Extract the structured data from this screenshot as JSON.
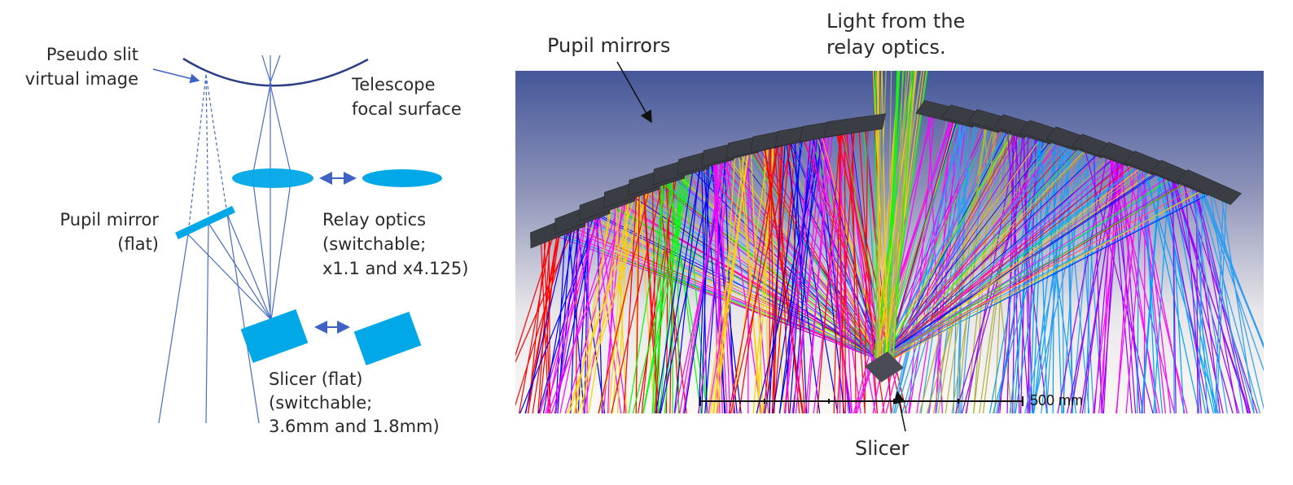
{
  "left_diagram": {
    "pseudo_slit": [
      "Pseudo slit",
      "virtual image"
    ],
    "telescope": [
      "Telescope",
      "focal surface"
    ],
    "pupil_mirror": [
      "Pupil mirror",
      "(flat)"
    ],
    "relay_optics": [
      "Relay optics",
      "(switchable;",
      "x1.1 and x4.125)"
    ],
    "slicer": [
      "Slicer (flat)",
      "(switchable;",
      "3.6mm and 1.8mm)"
    ],
    "colors": {
      "ray": "#4a6bc8",
      "element": "#00a8e8",
      "curve": "#2d3f86"
    }
  },
  "right_render": {
    "pupil_mirrors": "Pupil mirrors",
    "light_from": [
      "Light from the",
      "relay optics."
    ],
    "slicer": "Slicer",
    "scale_bar": "500 mm",
    "ray_colors": [
      "#ff0000",
      "#0000ff",
      "#ff00ff",
      "#ffd000",
      "#00ff00",
      "#00a0ff",
      "#9900ff",
      "#ff3399",
      "#2a9df4",
      "#b0b040"
    ]
  }
}
